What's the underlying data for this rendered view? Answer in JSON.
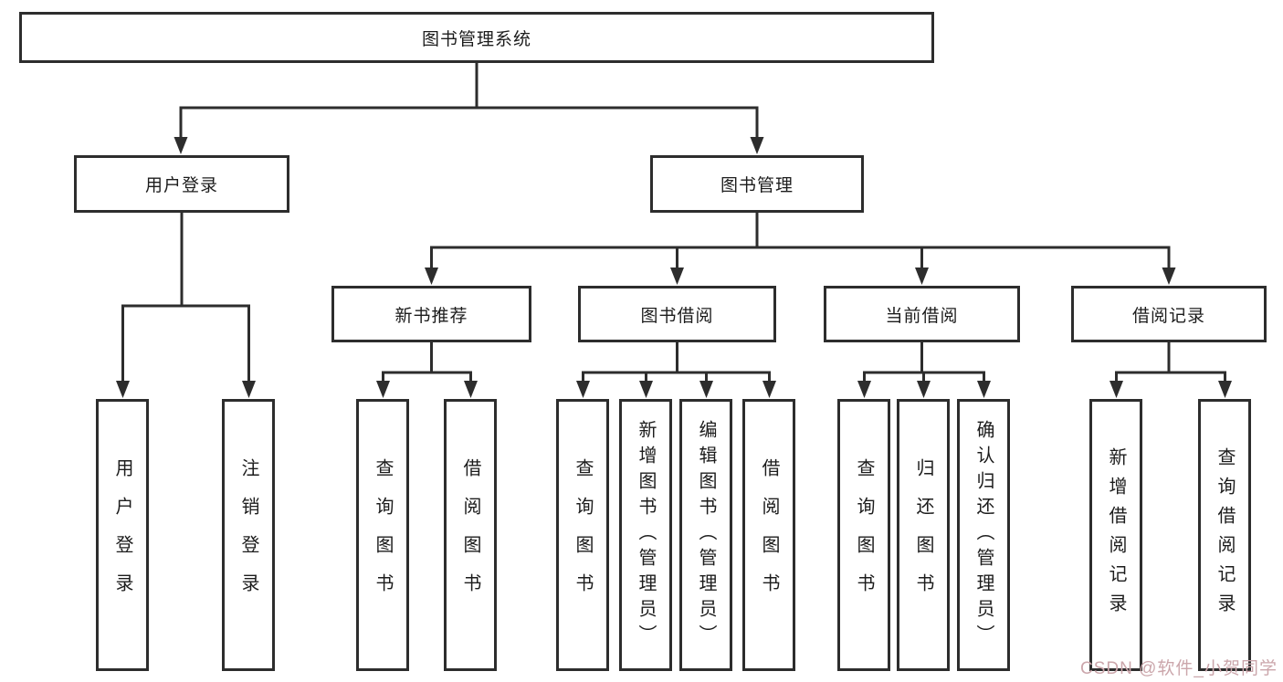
{
  "diagram": {
    "root": {
      "label": "图书管理系统"
    },
    "branches": [
      {
        "label": "用户登录",
        "children": [
          {
            "label": "用户登录"
          },
          {
            "label": "注销登录"
          }
        ]
      },
      {
        "label": "图书管理",
        "children": [
          {
            "label": "新书推荐",
            "children": [
              {
                "label": "查询图书"
              },
              {
                "label": "借阅图书"
              }
            ]
          },
          {
            "label": "图书借阅",
            "children": [
              {
                "label": "查询图书"
              },
              {
                "label": "新增图书（管理员）"
              },
              {
                "label": "编辑图书（管理员）"
              },
              {
                "label": "借阅图书"
              }
            ]
          },
          {
            "label": "当前借阅",
            "children": [
              {
                "label": "查询图书"
              },
              {
                "label": "归还图书"
              },
              {
                "label": "确认归还（管理员）"
              }
            ]
          },
          {
            "label": "借阅记录",
            "children": [
              {
                "label": "新增借阅记录"
              },
              {
                "label": "查询借阅记录"
              }
            ]
          }
        ]
      }
    ]
  },
  "watermark": {
    "text": "CSDN @软件_小贺同学"
  },
  "colors": {
    "line": "#2d2d2d",
    "box_border": "#2d2d2d",
    "text": "#1c1c1c",
    "watermark": "#cba6ab",
    "background": "#ffffff"
  }
}
